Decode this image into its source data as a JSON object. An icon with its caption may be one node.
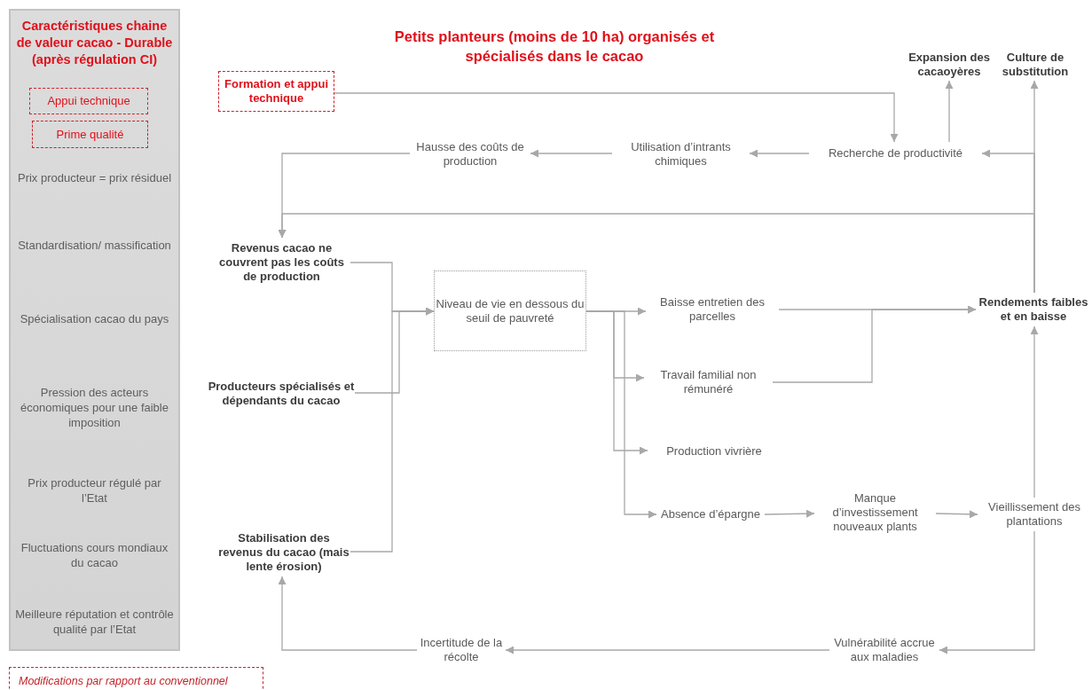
{
  "diagram": {
    "title": "Petits planteurs (moins de 10 ha) organisés et spécialisés dans le cacao",
    "nodes": [
      {
        "text": [
          "Caractéristiques chaine de valeur cacao - Durable (après régulation CI)",
          "Prix producteur = prix résiduel",
          "Standardisation/ massification",
          "Spécialisation cacao du pays",
          "Pression des acteurs économiques pour une faible imposition",
          "Prix producteur régulé par l’Etat",
          "Fluctuations cours mondiaux du cacao",
          "Meilleure réputation et contrôle qualité par l’Etat"
        ]
      },
      {
        "text": [
          "Appui technique"
        ],
        "in": 0
      },
      {
        "text": [
          "Prime qualité"
        ],
        "in": 0
      },
      {
        "text": [
          "Formation et appui technique"
        ]
      },
      {
        "text": [
          "Expansion des cacaoyères"
        ]
      },
      {
        "text": [
          "Culture de substitution"
        ]
      },
      {
        "text": [
          "Hausse des coûts de production"
        ]
      },
      {
        "text": [
          "Utilisation d’intrants chimiques"
        ]
      },
      {
        "text": [
          "Recherche de productivité"
        ]
      },
      {
        "text": [
          "Revenus cacao ne couvrent pas les coûts de production"
        ]
      },
      {
        "text": [
          "Niveau de vie en dessous du seuil de pauvreté"
        ]
      },
      {
        "text": [
          "Baisse entretien des parcelles"
        ]
      },
      {
        "text": [
          "Rendements faibles et en baisse"
        ]
      },
      {
        "text": [
          "Travail familial non rémunéré"
        ]
      },
      {
        "text": [
          "Producteurs spécialisés et dépendants du cacao"
        ]
      },
      {
        "text": [
          "Production vivrière"
        ]
      },
      {
        "text": [
          "Absence d’épargne"
        ]
      },
      {
        "text": [
          "Manque d’investissement nouveaux plants"
        ]
      },
      {
        "text": [
          "Vieillissement des plantations"
        ]
      },
      {
        "text": [
          "Stabilisation des revenus du cacao (mais lente érosion)"
        ]
      },
      {
        "text": [
          "Incertitude de la récolte"
        ]
      },
      {
        "text": [
          "Vulnérabilité accrue aux maladies"
        ]
      }
    ],
    "edges": [
      {
        "from": 3,
        "to": 8,
        "arrow": "to"
      },
      {
        "from": 8,
        "to": 4,
        "arrow": "to"
      },
      {
        "from": 12,
        "to": 5,
        "arrow": "to"
      },
      {
        "from": 12,
        "to": 8,
        "arrow": "to"
      },
      {
        "from": 8,
        "to": 7,
        "arrow": "to"
      },
      {
        "from": 7,
        "to": 6,
        "arrow": "to"
      },
      {
        "from": 6,
        "to": 9,
        "arrow": "to"
      },
      {
        "from": 12,
        "to": 9,
        "arrow": "to"
      },
      {
        "from": 9,
        "to": 10,
        "arrow": "to"
      },
      {
        "from": 14,
        "to": 10,
        "arrow": "to"
      },
      {
        "from": 19,
        "to": 10,
        "arrow": "to"
      },
      {
        "from": 10,
        "to": 11,
        "arrow": "to"
      },
      {
        "from": 10,
        "to": 13,
        "arrow": "to"
      },
      {
        "from": 10,
        "to": 15,
        "arrow": "to"
      },
      {
        "from": 10,
        "to": 16,
        "arrow": "to"
      },
      {
        "from": 11,
        "to": 12,
        "arrow": "to"
      },
      {
        "from": 13,
        "to": 12,
        "arrow": "to"
      },
      {
        "from": 16,
        "to": 17,
        "arrow": "to"
      },
      {
        "from": 17,
        "to": 18,
        "arrow": "to"
      },
      {
        "from": 18,
        "to": 12,
        "arrow": "to"
      },
      {
        "from": 18,
        "to": 21,
        "arrow": "to"
      },
      {
        "from": 21,
        "to": 20,
        "arrow": "to"
      },
      {
        "from": 20,
        "to": 19,
        "arrow": "to"
      }
    ],
    "legend": [
      {
        "text": "Modifications par rapport au conventionnel"
      }
    ]
  }
}
